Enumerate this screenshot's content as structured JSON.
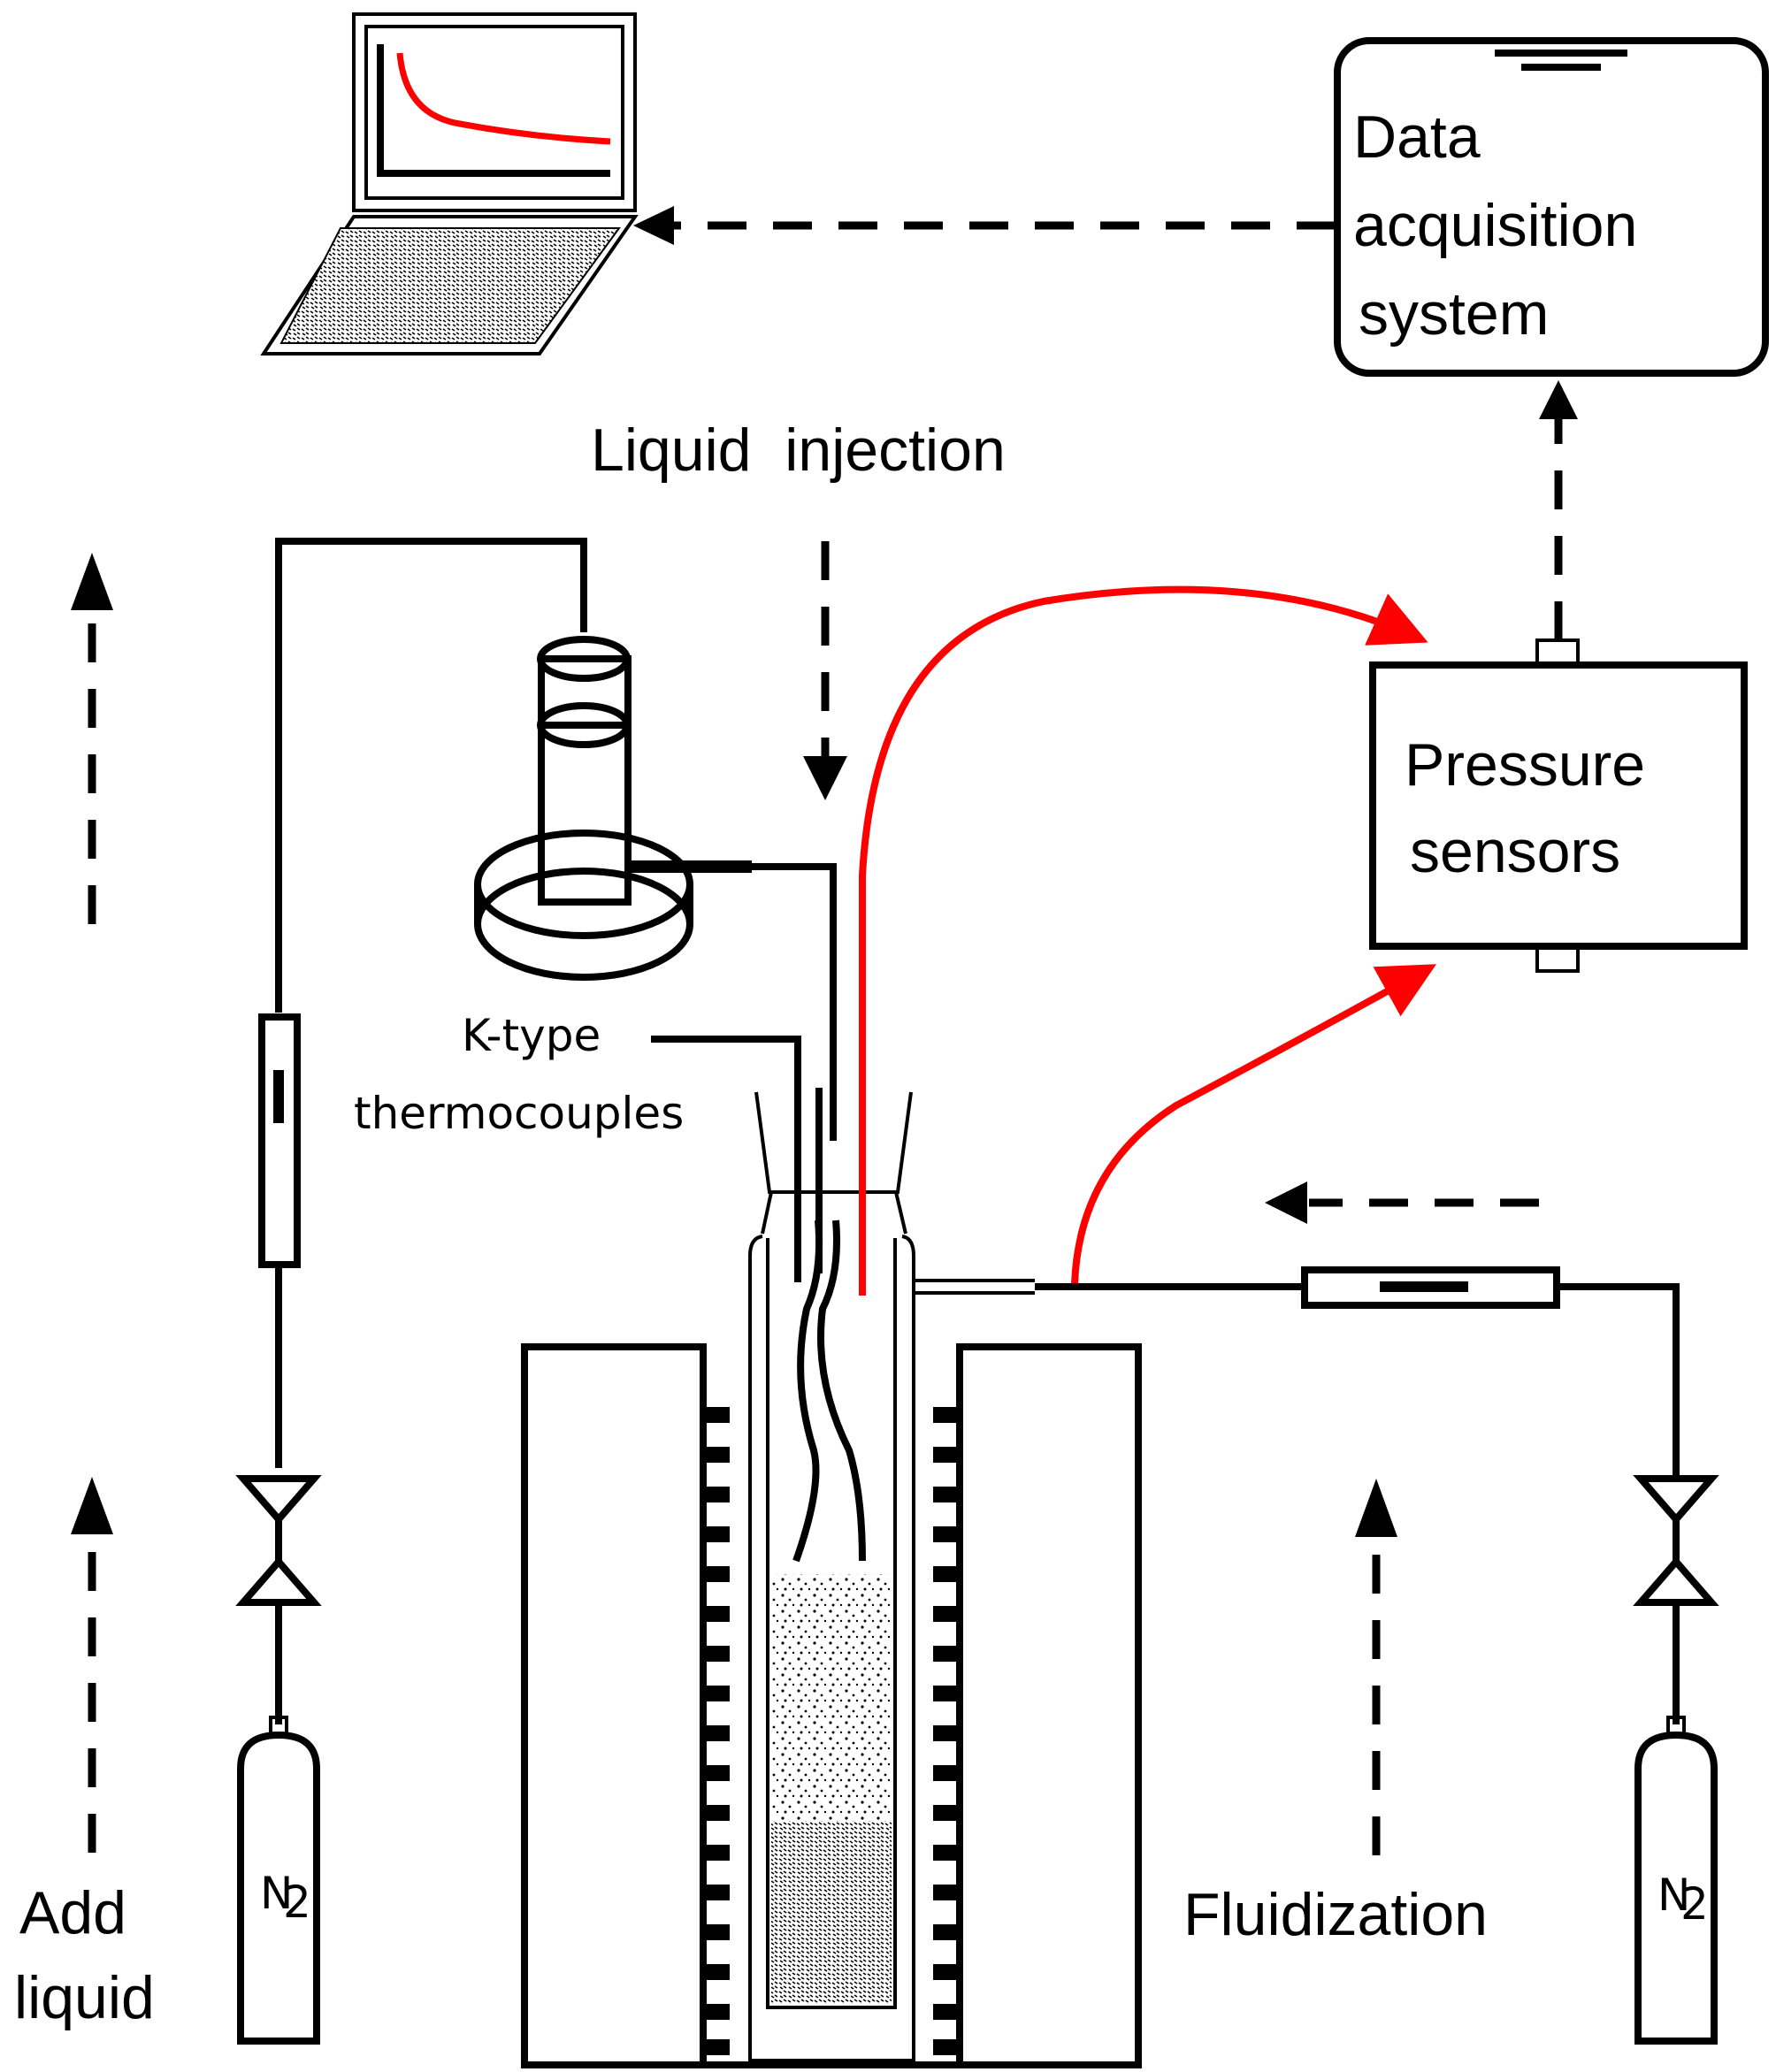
{
  "labels": {
    "data_acquisition": [
      "Data",
      "acquisition",
      "system"
    ],
    "liquid_injection": "Liquid  injection",
    "pressure_sensors": [
      "Pressure",
      "sensors"
    ],
    "thermocouples": [
      "K-type",
      "thermocouples"
    ],
    "add_liquid": [
      "Add",
      "liquid"
    ],
    "fluidization": "Fluidization",
    "n2_left": "N",
    "n2_left_sub": "2",
    "n2_right": "N",
    "n2_right_sub": "2"
  },
  "colors": {
    "line": "#000000",
    "signal": "#ff0000",
    "background": "#ffffff"
  },
  "icons": {
    "computer": "laptop-icon",
    "cylinder": "gas-cylinder-icon",
    "valve": "valve-icon",
    "rotameter": "flowmeter-icon",
    "pump": "syringe-pump-icon"
  }
}
